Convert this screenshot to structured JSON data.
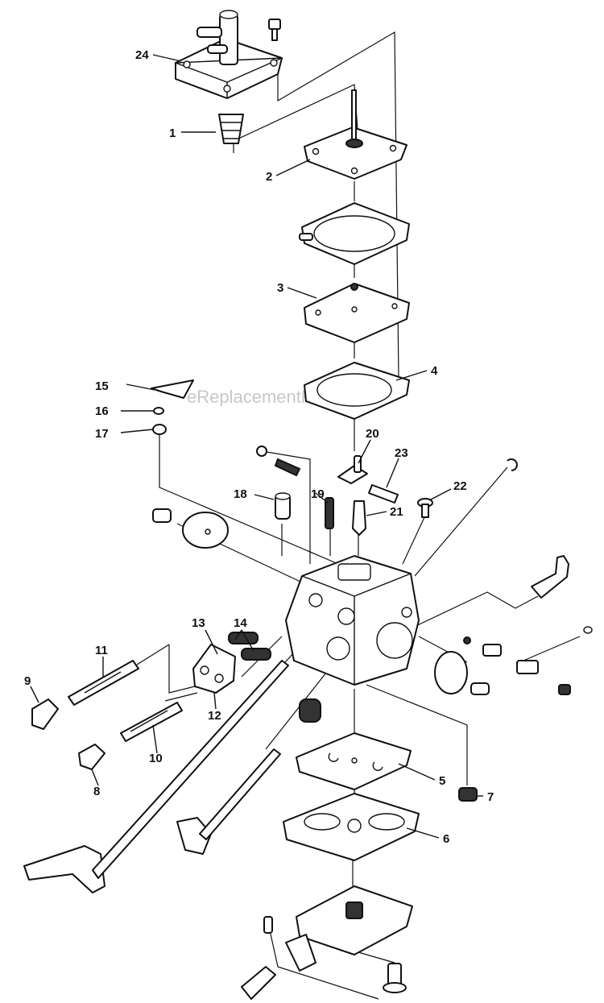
{
  "watermark": "eReplacementParts.com",
  "callouts": [
    {
      "id": "24",
      "label": "24"
    },
    {
      "id": "1",
      "label": "1"
    },
    {
      "id": "2",
      "label": "2"
    },
    {
      "id": "3",
      "label": "3"
    },
    {
      "id": "4",
      "label": "4"
    },
    {
      "id": "15",
      "label": "15"
    },
    {
      "id": "16",
      "label": "16"
    },
    {
      "id": "17",
      "label": "17"
    },
    {
      "id": "20",
      "label": "20"
    },
    {
      "id": "23",
      "label": "23"
    },
    {
      "id": "18",
      "label": "18"
    },
    {
      "id": "19",
      "label": "19"
    },
    {
      "id": "21",
      "label": "21"
    },
    {
      "id": "22",
      "label": "22"
    },
    {
      "id": "13",
      "label": "13"
    },
    {
      "id": "14",
      "label": "14"
    },
    {
      "id": "11",
      "label": "11"
    },
    {
      "id": "9",
      "label": "9"
    },
    {
      "id": "12",
      "label": "12"
    },
    {
      "id": "10",
      "label": "10"
    },
    {
      "id": "8",
      "label": "8"
    },
    {
      "id": "5",
      "label": "5"
    },
    {
      "id": "7",
      "label": "7"
    },
    {
      "id": "6",
      "label": "6"
    }
  ]
}
